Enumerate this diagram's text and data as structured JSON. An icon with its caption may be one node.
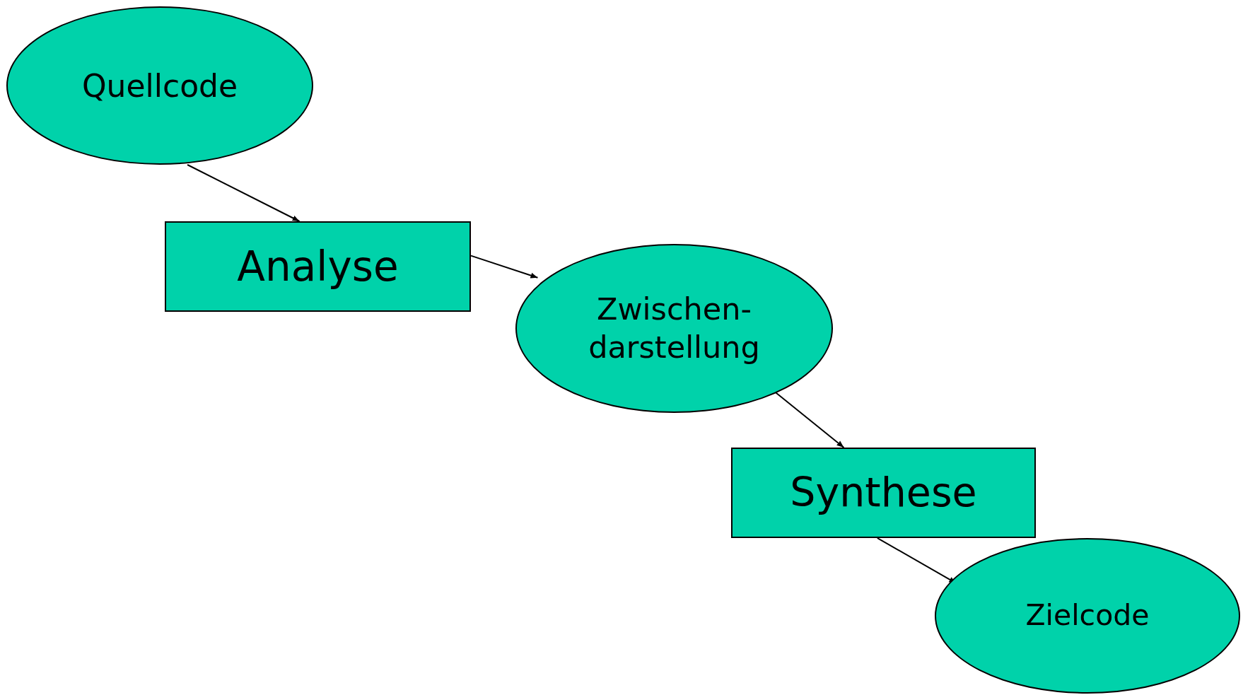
{
  "diagram": {
    "nodes": [
      {
        "text": [
          "Quellcode"
        ]
      },
      {
        "text": [
          "Analyse"
        ]
      },
      {
        "text": [
          "Zwischen- darstellung"
        ]
      },
      {
        "text": [
          "Synthese"
        ]
      },
      {
        "text": [
          "Zielcode"
        ]
      }
    ],
    "edges": [
      {
        "from": 0,
        "to": 1,
        "arrow": "to"
      },
      {
        "from": 1,
        "to": 2,
        "arrow": "to"
      },
      {
        "from": 2,
        "to": 3,
        "arrow": "to"
      },
      {
        "from": 3,
        "to": 4,
        "arrow": "to"
      }
    ]
  }
}
